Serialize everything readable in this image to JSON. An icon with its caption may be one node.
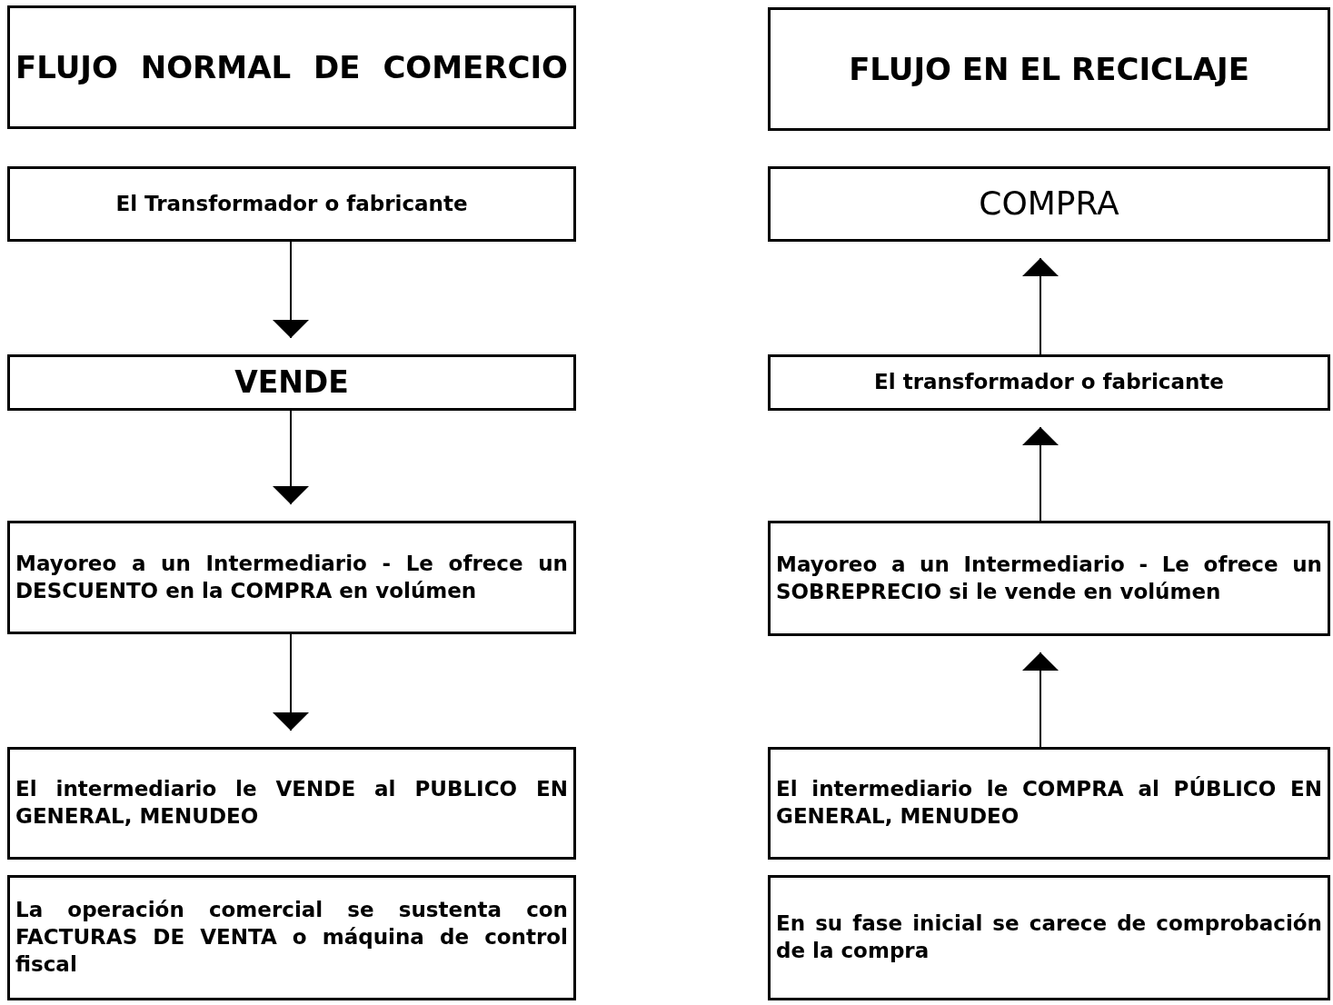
{
  "diagram": {
    "nodes": [
      {
        "text": [
          "FLUJO NORMAL DE COMERCIO"
        ]
      },
      {
        "text": [
          "El Transformador o fabricante"
        ]
      },
      {
        "text": [
          "VENDE"
        ]
      },
      {
        "text": [
          "Mayoreo a un Intermediario - Le ofrece un DESCUENTO en la COMPRA en volúmen"
        ]
      },
      {
        "text": [
          "El intermediario le VENDE al PUBLICO EN GENERAL, MENUDEO"
        ]
      },
      {
        "text": [
          "La operación comercial se sustenta con FACTURAS DE VENTA o máquina de control fiscal"
        ]
      },
      {
        "text": [
          "FLUJO EN EL RECICLAJE"
        ]
      },
      {
        "text": [
          "COMPRA"
        ]
      },
      {
        "text": [
          "El transformador o fabricante"
        ]
      },
      {
        "text": [
          "Mayoreo a un Intermediario - Le ofrece un SOBREPRECIO si le vende en volúmen"
        ]
      },
      {
        "text": [
          "El intermediario le COMPRA al PÚBLICO EN GENERAL, MENUDEO"
        ]
      },
      {
        "text": [
          "En su fase inicial se carece de comprobación de la compra"
        ]
      }
    ],
    "edges": [
      {
        "from": 1,
        "to": 2,
        "arrow": "to"
      },
      {
        "from": 2,
        "to": 3,
        "arrow": "to"
      },
      {
        "from": 3,
        "to": 4,
        "arrow": "to"
      },
      {
        "from": 10,
        "to": 9,
        "arrow": "to"
      },
      {
        "from": 9,
        "to": 8,
        "arrow": "to"
      },
      {
        "from": 8,
        "to": 7,
        "arrow": "to"
      }
    ]
  }
}
